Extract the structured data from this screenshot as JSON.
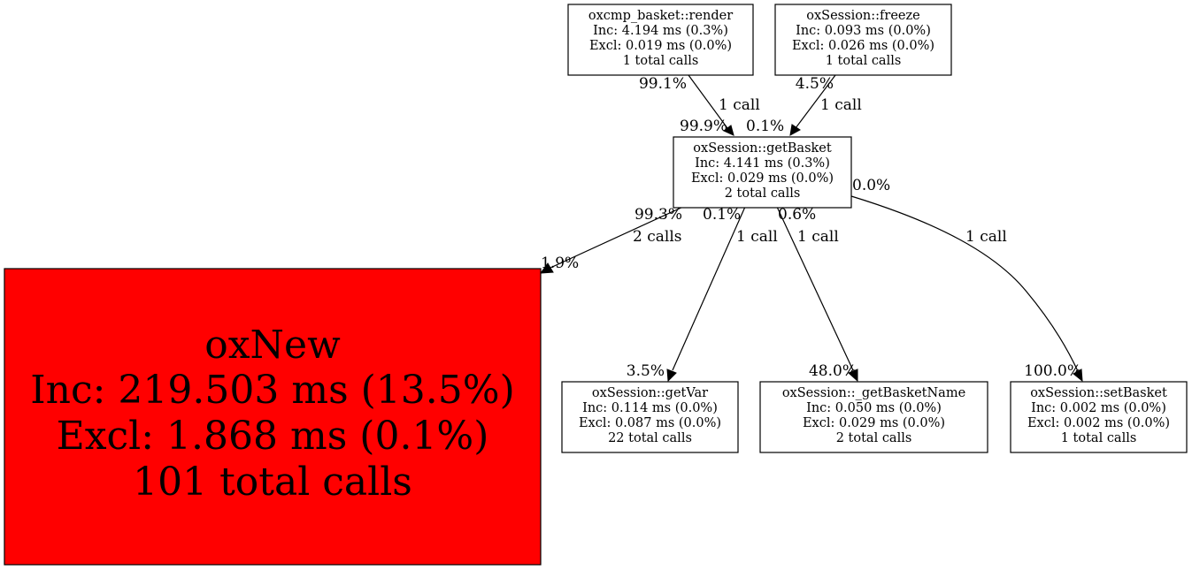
{
  "nodes": {
    "render": {
      "name": "oxcmp_basket::render",
      "inc": "Inc: 4.194 ms (0.3%)",
      "excl": "Excl: 0.019 ms (0.0%)",
      "calls": "1 total calls"
    },
    "freeze": {
      "name": "oxSession::freeze",
      "inc": "Inc: 0.093 ms (0.0%)",
      "excl": "Excl: 0.026 ms (0.0%)",
      "calls": "1 total calls"
    },
    "getBasket": {
      "name": "oxSession::getBasket",
      "inc": "Inc: 4.141 ms (0.3%)",
      "excl": "Excl: 0.029 ms (0.0%)",
      "calls": "2 total calls"
    },
    "oxNew": {
      "name": "oxNew",
      "inc": "Inc: 219.503 ms (13.5%)",
      "excl": "Excl: 1.868 ms (0.1%)",
      "calls": "101 total calls",
      "fill": "#ff0000"
    },
    "getVar": {
      "name": "oxSession::getVar",
      "inc": "Inc: 0.114 ms (0.0%)",
      "excl": "Excl: 0.087 ms (0.0%)",
      "calls": "22 total calls"
    },
    "getBasketName": {
      "name": "oxSession::_getBasketName",
      "inc": "Inc: 0.050 ms (0.0%)",
      "excl": "Excl: 0.029 ms (0.0%)",
      "calls": "2 total calls"
    },
    "setBasket": {
      "name": "oxSession::setBasket",
      "inc": "Inc: 0.002 ms (0.0%)",
      "excl": "Excl: 0.002 ms (0.0%)",
      "calls": "1 total calls"
    }
  },
  "edges": {
    "render_getBasket": {
      "tail": "99.1%",
      "head": "99.9%",
      "label": "1 call"
    },
    "freeze_getBasket": {
      "tail": "4.5%",
      "head": "0.1%",
      "label": "1 call"
    },
    "getBasket_oxNew": {
      "tail": "99.3%",
      "head": "1.9%",
      "label": "2 calls"
    },
    "getBasket_getVar": {
      "tail": "0.1%",
      "head": "3.5%",
      "label": "1 call"
    },
    "getBasket_getBasketName": {
      "tail": "0.6%",
      "head": "48.0%",
      "label": "1 call"
    },
    "getBasket_setBasket": {
      "tail": "0.0%",
      "head": "100.0%",
      "label": "1 call"
    }
  }
}
